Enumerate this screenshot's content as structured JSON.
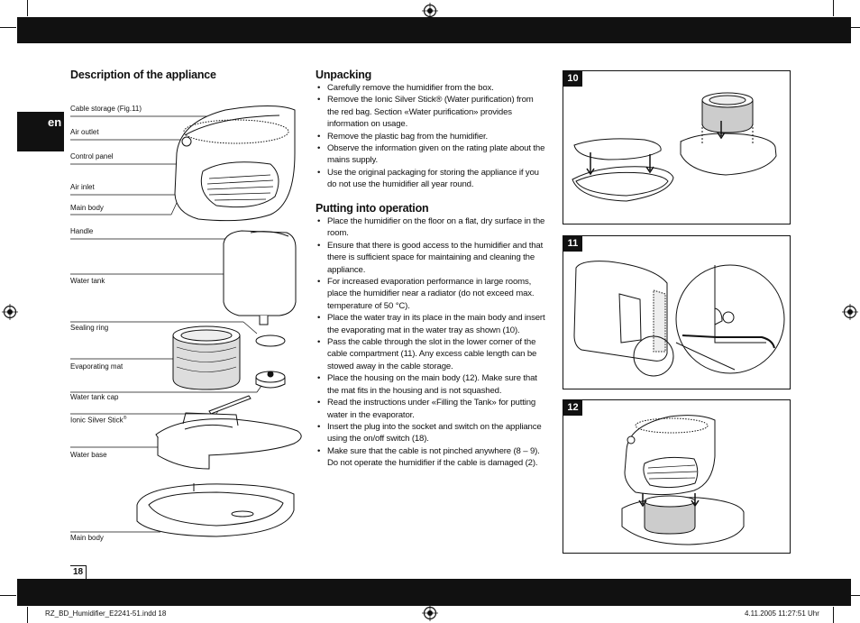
{
  "language_tab": "en",
  "page_number": "18",
  "footer": {
    "file": "RZ_BD_Humidifier_E2241-51.indd   18",
    "timestamp": "4.11.2005   11:27:51 Uhr"
  },
  "description": {
    "title": "Description of the appliance",
    "labels": {
      "cable_storage": "Cable storage (Fig.11)",
      "air_outlet": "Air outlet",
      "control_panel": "Control panel",
      "air_inlet": "Air inlet",
      "main_body": "Main body",
      "handle": "Handle",
      "water_tank": "Water tank",
      "sealing_ring": "Sealing ring",
      "evaporating_mat": "Evaporating mat",
      "water_tank_cap": "Water tank cap",
      "ionic_silver_stick": "Ionic Silver Stick",
      "ionic_mark": "®",
      "water_base": "Water base",
      "main_body_2": "Main body"
    }
  },
  "unpacking": {
    "title": "Unpacking",
    "items": [
      "Carefully remove the humidifier from the box.",
      "Remove the Ionic Silver Stick® (Water purification) from the red bag. Section «Water purification» provides information on usage.",
      "Remove the plastic bag from the humidifier.",
      "Observe the information given on the rating plate about the mains supply.",
      "Use the original packaging for storing the appliance if you do not use the humidifier all year round."
    ]
  },
  "operation": {
    "title": "Putting into operation",
    "items": [
      "Place the humidifier on the floor on a flat, dry surface in the room.",
      "Ensure that there is good access to the humidifier and that there is sufficient space for maintaining and cleaning the appliance.",
      "For increased evaporation performance in large rooms, place the humidifier near a radiator (do not exceed max. temperature of 50 °C).",
      "Place the water tray in its place in the main body and insert the evaporating mat in the water tray as shown (10).",
      "Pass the cable through the slot in the lower corner of the cable compartment (11). Any excess cable length can be stowed away in the cable storage.",
      "Place the housing on the main body (12). Make sure that the mat fits in the housing and is not squashed.",
      "Read the instructions under «Filling the Tank» for putting water in the evaporator.",
      "Insert the plug into the socket and switch on the appliance using the on/off switch (18).",
      "Make sure that the cable is not pinched anywhere (8 – 9). Do not operate the humidifier if the cable is damaged (2)."
    ]
  },
  "figures": {
    "fig10": "10",
    "fig11": "11",
    "fig12": "12"
  }
}
